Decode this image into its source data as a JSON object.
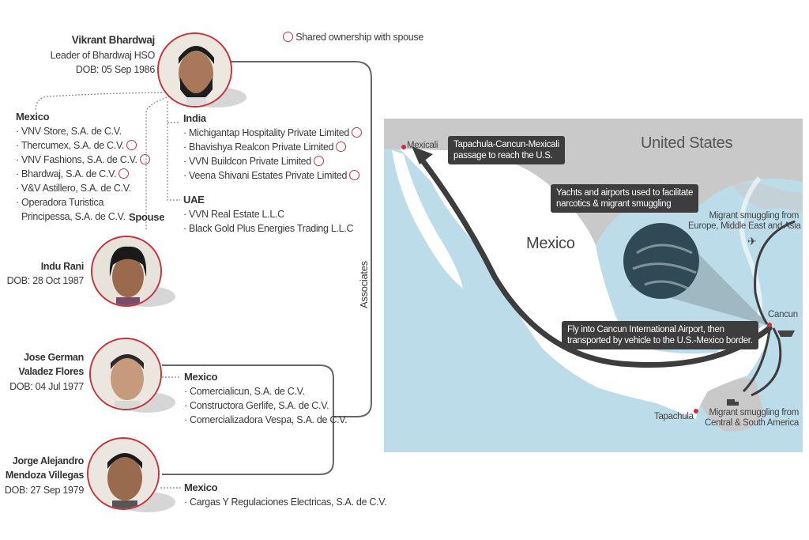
{
  "legend": {
    "label": "Shared ownership with spouse"
  },
  "leader": {
    "name": "Vikrant Bhardwaj",
    "role": "Leader of Bhardwaj HSO",
    "dob": "DOB: 05 Sep 1986",
    "mexico": {
      "heading": "Mexico",
      "items": [
        {
          "name": "VNV Store, S.A. de C.V.",
          "shared": false
        },
        {
          "name": "Thercumex, S.A. de C.V.",
          "shared": true
        },
        {
          "name": "VNV Fashions, S.A. de C.V.",
          "shared": true
        },
        {
          "name": "Bhardwaj, S.A. de C.V.",
          "shared": true
        },
        {
          "name": "V&V Astillero, S.A. de C.V.",
          "shared": false
        },
        {
          "name": "Operadora Turistica",
          "shared": false
        },
        {
          "name": "Principessa, S.A. de C.V.",
          "shared": false
        }
      ]
    },
    "india": {
      "heading": "India",
      "items": [
        {
          "name": "Michigantap Hospitality Private Limited",
          "shared": true
        },
        {
          "name": "Bhavishya Realcon Private Limited",
          "shared": true
        },
        {
          "name": "VVN Buildcon Private Limited",
          "shared": true
        },
        {
          "name": "Veena Shivani Estates Private Limited",
          "shared": true
        }
      ]
    },
    "uae": {
      "heading": "UAE",
      "items": [
        {
          "name": "VVN Real Estate L.L.C"
        },
        {
          "name": "Black Gold Plus Energies Trading L.L.C"
        }
      ]
    }
  },
  "spouse": {
    "label": "Spouse",
    "name": "Indu Rani",
    "dob": "DOB: 28 Oct 1987"
  },
  "associates_label": "Associates",
  "associate1": {
    "name_line1": "Jose German",
    "name_line2": "Valadez Flores",
    "dob": "DOB: 04 Jul 1977",
    "heading": "Mexico",
    "items": [
      "Comercialicun, S.A. de C.V.",
      "Constructora Gerlife, S.A. de C.V.",
      "Comercializadora Vespa, S.A. de C.V."
    ]
  },
  "associate2": {
    "name_line1": "Jorge Alejandro",
    "name_line2": "Mendoza Villegas",
    "dob": "DOB: 27 Sep 1979",
    "heading": "Mexico",
    "items": [
      "Cargas Y Regulaciones Electricas, S.A. de C.V."
    ]
  },
  "map": {
    "country_us": "United States",
    "country_mx": "Mexico",
    "cities": [
      "Mexicali",
      "Cancun",
      "Tapachula"
    ],
    "callout_route": [
      "Tapachula-Cancun-Mexicali",
      "passage to reach the U.S."
    ],
    "callout_yachts": [
      "Yachts and airports used to facilitate",
      "narcotics & migrant smuggling"
    ],
    "callout_fly": [
      "Fly into Cancun International Airport, then",
      "transported by vehicle to the U.S.-Mexico border."
    ],
    "note_europe": [
      "Migrant smuggling from",
      "Europe, Middle East and Asia"
    ],
    "note_central": [
      "Migrant smuggling from",
      "Central & South America"
    ],
    "colors": {
      "sea": "#bcdce9",
      "land_other": "#c9c9c9",
      "mexico": "#ffffff",
      "arrow": "#3d3d3d",
      "city": "#c8333b"
    }
  },
  "colors": {
    "accent": "#c8333b",
    "line": "#666666"
  }
}
